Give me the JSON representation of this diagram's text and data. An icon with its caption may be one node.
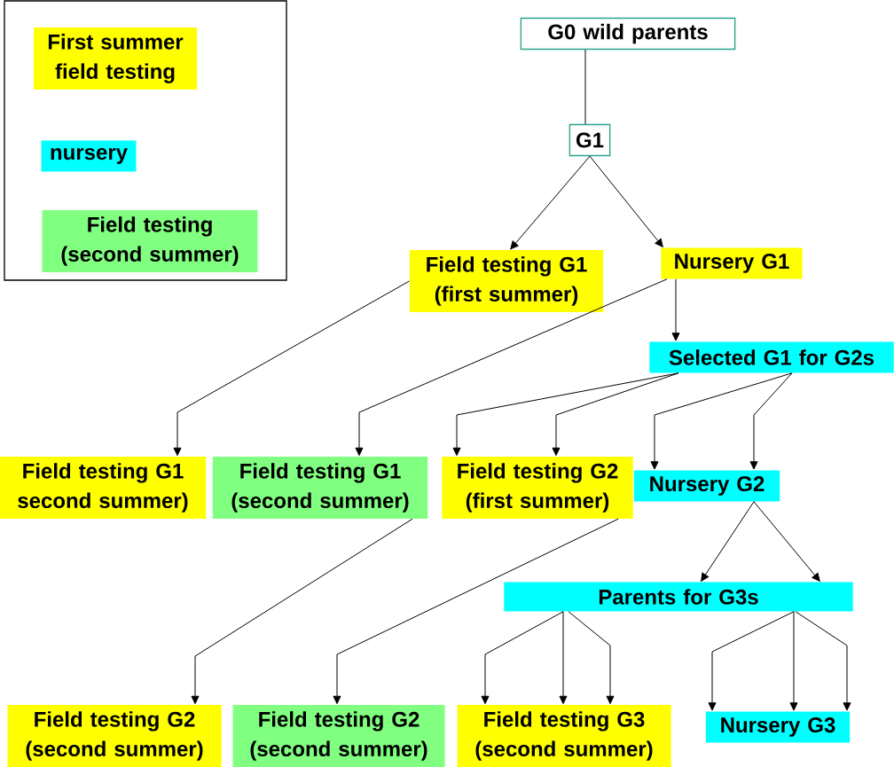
{
  "diagram": {
    "nodes": [
      {
        "text": [
          "G0 wild parents"
        ]
      },
      {
        "text": [
          "G1"
        ]
      },
      {
        "text": [
          "Field testing G1 (first summer)"
        ]
      },
      {
        "text": [
          "Nursery G1"
        ]
      },
      {
        "text": [
          "Selected G1 for G2s"
        ]
      },
      {
        "text": [
          "Field testing G1 second summer)"
        ]
      },
      {
        "text": [
          "Field testing G1 (second summer)"
        ]
      },
      {
        "text": [
          "Field testing G2 (first summer)"
        ]
      },
      {
        "text": [
          "Nursery G2"
        ]
      },
      {
        "text": [
          "Parents for G3s"
        ]
      },
      {
        "text": [
          "Field testing G2 (second summer)"
        ]
      },
      {
        "text": [
          "Field testing G2 (second summer)"
        ]
      },
      {
        "text": [
          "Field testing G3 (second summer)"
        ]
      },
      {
        "text": [
          "Nursery G3"
        ]
      }
    ],
    "edges": [
      {
        "from": 0,
        "to": 1,
        "arrow": "none"
      },
      {
        "from": 1,
        "to": 2,
        "arrow": "to"
      },
      {
        "from": 1,
        "to": 3,
        "arrow": "to"
      },
      {
        "from": 2,
        "to": 5,
        "arrow": "to"
      },
      {
        "from": 3,
        "to": 6,
        "arrow": "to"
      },
      {
        "from": 3,
        "to": 4,
        "arrow": "to"
      },
      {
        "from": 4,
        "to": 7,
        "arrow": "to"
      },
      {
        "from": 4,
        "to": 7,
        "arrow": "to"
      },
      {
        "from": 4,
        "to": 8,
        "arrow": "to"
      },
      {
        "from": 4,
        "to": 8,
        "arrow": "to"
      },
      {
        "from": 6,
        "to": 10,
        "arrow": "to"
      },
      {
        "from": 7,
        "to": 11,
        "arrow": "to"
      },
      {
        "from": 8,
        "to": 9,
        "arrow": "to"
      },
      {
        "from": 8,
        "to": 9,
        "arrow": "to"
      },
      {
        "from": 9,
        "to": 12,
        "arrow": "to"
      },
      {
        "from": 9,
        "to": 12,
        "arrow": "to"
      },
      {
        "from": 9,
        "to": 12,
        "arrow": "to"
      },
      {
        "from": 9,
        "to": 13,
        "arrow": "to"
      },
      {
        "from": 9,
        "to": 13,
        "arrow": "to"
      },
      {
        "from": 9,
        "to": 13,
        "arrow": "to"
      }
    ],
    "legend": [
      {
        "text": "First summer field testing",
        "color": "#ffff00"
      },
      {
        "text": "nursery",
        "color": "#00ffff"
      },
      {
        "text": "Field testing (second summer)",
        "color": "#80ff80"
      }
    ]
  }
}
